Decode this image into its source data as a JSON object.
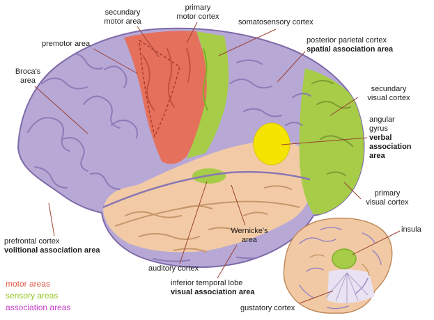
{
  "legend": {
    "items": [
      {
        "id": "motor",
        "label": "motor areas",
        "color": "#e05a46"
      },
      {
        "id": "sensory",
        "label": "sensory areas",
        "color": "#94c41e"
      },
      {
        "id": "association",
        "label": "association areas",
        "color": "#c438c4"
      }
    ]
  },
  "labels": {
    "secondary_motor_area": {
      "lines": [
        "secundary",
        "motor area"
      ]
    },
    "primary_motor_cortex": {
      "lines": [
        "primary",
        "motor cortex"
      ]
    },
    "somatosensory_cortex": {
      "lines": [
        "somatosensory cortex"
      ]
    },
    "premotor_area": {
      "lines": [
        "premotor area"
      ]
    },
    "posterior_parietal_cortex": {
      "lines": [
        "posterior parietal cortex",
        "spatial association area"
      ]
    },
    "brocas_area": {
      "lines": [
        "Broca's",
        "area"
      ]
    },
    "secondary_visual_cortex": {
      "lines": [
        "secundary",
        "visual cortex"
      ]
    },
    "angular_gyrus": {
      "lines": [
        "angular",
        "gyrus",
        "verbal",
        "association",
        "area"
      ]
    },
    "primary_visual_cortex": {
      "lines": [
        "primary",
        "visual cortex"
      ]
    },
    "insula": {
      "lines": [
        "insula"
      ]
    },
    "prefrontal_cortex": {
      "lines": [
        "prefrontal cortex",
        "volitional association area"
      ]
    },
    "wernickes_area": {
      "lines": [
        "Wernicke's",
        "area"
      ]
    },
    "auditory_cortex": {
      "lines": [
        "auditory cortex"
      ]
    },
    "inferior_temporal_lobe": {
      "lines": [
        "inferior temporal lobe",
        "visual association area"
      ]
    },
    "gustatory_cortex": {
      "lines": [
        "gustatory cortex"
      ]
    }
  },
  "region_colors": {
    "association_cortex": "#b7a8d6",
    "motor_cortex": "#e5705c",
    "sensory_cortex": "#a6cc48",
    "temporal_cortex": "#f2cba6",
    "angular_gyrus": "#f5e400",
    "small_brain": "#f1caa5"
  }
}
